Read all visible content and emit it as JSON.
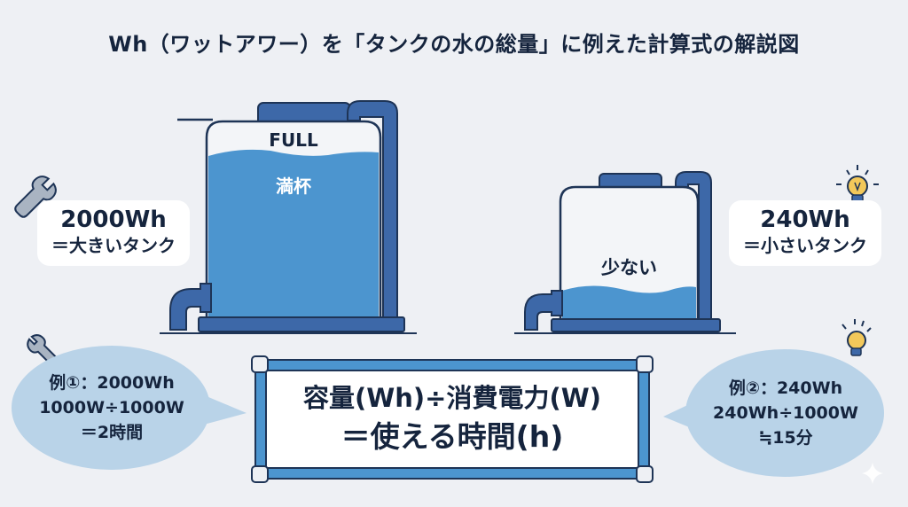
{
  "title": "Wh（ワットアワー）を「タンクの水の総量」に例えた計算式の解説図",
  "colors": {
    "background": "#eef0f4",
    "water": "#4c95cf",
    "pipe": "#3d68a8",
    "outline": "#1e3456",
    "bubble": "#b9d3e8",
    "bulb": "#f2c85a",
    "text": "#15243d"
  },
  "left_label": {
    "capacity": "2000Wh",
    "description": "＝大きいタンク",
    "icon": "wrench-icon"
  },
  "right_label": {
    "capacity": "240Wh",
    "description": "＝小さいタンク",
    "icon": "lightbulb-icon"
  },
  "big_tank": {
    "top_label": "FULL",
    "water_label": "満杯",
    "fill_level": "full"
  },
  "small_tank": {
    "water_label": "少ない",
    "fill_level": "low"
  },
  "formula": {
    "line1": "容量(Wh)÷消費電力(W)",
    "line2": "＝使える時間(h)"
  },
  "example1": {
    "line1": "例①：2000Wh",
    "line2": "1000W÷1000W",
    "line3": "＝2時間",
    "icon": "wrench-icon"
  },
  "example2": {
    "line1": "例②：240Wh",
    "line2": "240Wh÷1000W",
    "line3": "≒15分",
    "icon": "lightbulb-icon"
  }
}
